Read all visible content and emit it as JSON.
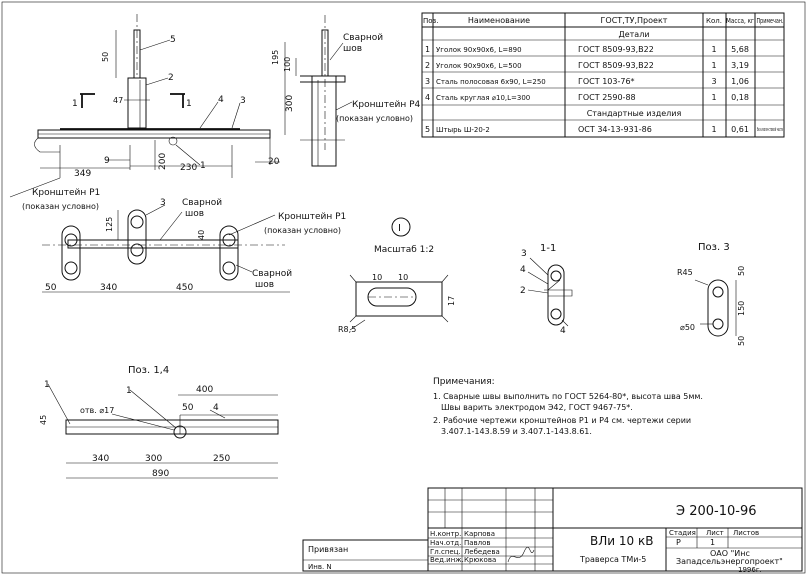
{
  "spec_table": {
    "headers": {
      "pos": "Поз.",
      "name": "Наименование",
      "gost": "ГОСТ,ТУ,Проект",
      "qty": "Кол.",
      "mass": "Масса, кг",
      "note": "Примечан."
    },
    "section_details": "Детали",
    "section_standard": "Стандартные изделия",
    "rows": [
      {
        "pos": "1",
        "name": "Уголок 90х90х6, L=890",
        "gost": "ГОСТ 8509-93,В22",
        "qty": "1",
        "mass": "5,68",
        "note": ""
      },
      {
        "pos": "2",
        "name": "Уголок 90х90х6, L=500",
        "gost": "ГОСТ 8509-93,В22",
        "qty": "1",
        "mass": "3,19",
        "note": ""
      },
      {
        "pos": "3",
        "name": "Сталь полосовая 6х90, L=250",
        "gost": "ГОСТ 103-76*",
        "qty": "3",
        "mass": "1,06",
        "note": ""
      },
      {
        "pos": "4",
        "name": "Сталь круглая ⌀10,L=300",
        "gost": "ГОСТ 2590-88",
        "qty": "1",
        "mass": "0,18",
        "note": ""
      }
    ],
    "standard_rows": [
      {
        "pos": "5",
        "name": "Штырь Ш-20-2",
        "gost": "ОСТ 34-13-931-86",
        "qty": "1",
        "mass": "0,61",
        "note": "без изоля-стовой части"
      }
    ]
  },
  "notes": {
    "title": "Примечания:",
    "items": [
      "1. Сварные швы выполнить по ГОСТ 5264-80*, высота шва 5мм.",
      "Швы варить электродом Э42, ГОСТ 9467-75*.",
      "2. Рабочие чертежи кронштейнов Р1 и Р4 см. чертежи серии",
      "3.407.1-143.8.59 и 3.407.1-143.8.61."
    ]
  },
  "drawing": {
    "label_weld": "Сварной",
    "label_seam": "шов",
    "label_bracket_p1": "Кронштейн Р1",
    "label_bracket_p4": "Кронштейн Р4",
    "label_shown": "(показан условно)",
    "label_scale": "Масштаб 1:2",
    "label_section": "1-1",
    "label_detail_num": "I",
    "label_poz3": "Поз. 3",
    "label_poz14": "Поз. 1,4",
    "label_hole": "отв. ⌀17",
    "label_r45": "R45",
    "label_r85": "R8,5",
    "label_d50": "⌀50",
    "dims": {
      "d50": "50",
      "d47": "47",
      "d195": "195",
      "d100": "100",
      "d300": "300",
      "d9": "9",
      "d349": "349",
      "d230": "230",
      "d200": "200",
      "d20": "20",
      "d125": "125",
      "d40": "40",
      "d340": "340",
      "d450": "450",
      "d10": "10",
      "d17": "17",
      "d150": "150",
      "d400": "400",
      "d45": "45",
      "d250": "250",
      "d890": "890",
      "d1": "1"
    },
    "callouts": [
      "1",
      "2",
      "3",
      "4",
      "5"
    ]
  },
  "title_block": {
    "doc_code": "Э 200-10-96",
    "project": "ВЛи 10 кВ",
    "item": "Траверса ТМи-5",
    "stage_label": "Стадия",
    "sheet_label": "Лист",
    "sheets_label": "Листов",
    "stage": "Р",
    "sheet": "1",
    "company_1": "ОАО \"Инс",
    "company_2": "Западсельэнергопроект\"",
    "year": "1996г.",
    "linked": "Привязан",
    "inv": "Инв. N",
    "roles": [
      {
        "role": "Н.контр.",
        "name": "Карпова"
      },
      {
        "role": "Нач.отд.",
        "name": "Павлов"
      },
      {
        "role": "Гл.спец.",
        "name": "Лебедева"
      },
      {
        "role": "Вед.инж.",
        "name": "Крюкова"
      }
    ]
  }
}
